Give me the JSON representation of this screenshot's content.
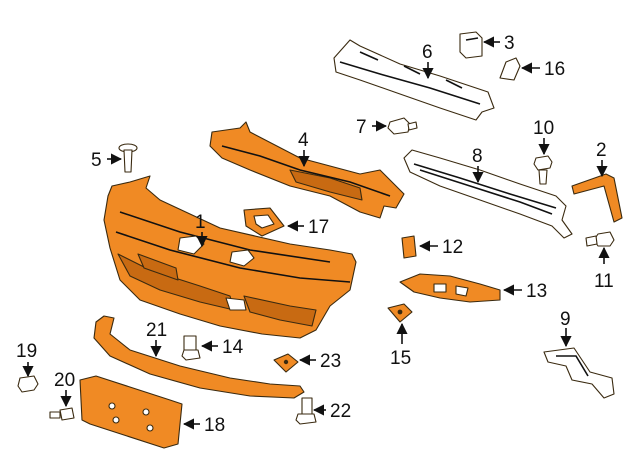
{
  "colors": {
    "part_orange": "#f08a24",
    "part_orange_dark": "#c86a12",
    "outline": "#3a2a10"
  },
  "callouts": [
    {
      "id": "1",
      "label": "1"
    },
    {
      "id": "2",
      "label": "2"
    },
    {
      "id": "3",
      "label": "3"
    },
    {
      "id": "4",
      "label": "4"
    },
    {
      "id": "5",
      "label": "5"
    },
    {
      "id": "6",
      "label": "6"
    },
    {
      "id": "7",
      "label": "7"
    },
    {
      "id": "8",
      "label": "8"
    },
    {
      "id": "9",
      "label": "9"
    },
    {
      "id": "10",
      "label": "10"
    },
    {
      "id": "11",
      "label": "11"
    },
    {
      "id": "12",
      "label": "12"
    },
    {
      "id": "13",
      "label": "13"
    },
    {
      "id": "14",
      "label": "14"
    },
    {
      "id": "15",
      "label": "15"
    },
    {
      "id": "16",
      "label": "16"
    },
    {
      "id": "17",
      "label": "17"
    },
    {
      "id": "18",
      "label": "18"
    },
    {
      "id": "19",
      "label": "19"
    },
    {
      "id": "20",
      "label": "20"
    },
    {
      "id": "21",
      "label": "21"
    },
    {
      "id": "22",
      "label": "22"
    },
    {
      "id": "23",
      "label": "23"
    }
  ]
}
